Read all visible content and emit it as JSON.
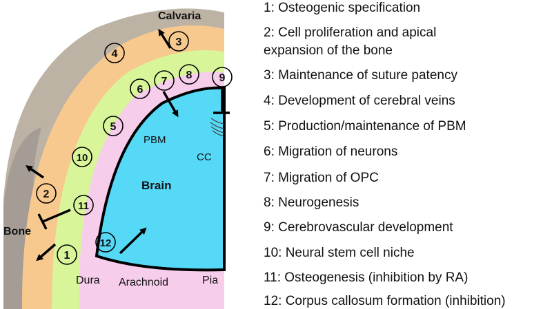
{
  "diagram": {
    "labels": {
      "calvaria": "Calvaria",
      "bone": "Bone",
      "brain": "Brain",
      "dura": "Dura",
      "arachnoid": "Arachnoid",
      "pia": "Pia",
      "pbm": "PBM",
      "cc": "CC"
    },
    "markers": [
      "1",
      "2",
      "3",
      "4",
      "5",
      "6",
      "7",
      "8",
      "9",
      "10",
      "11",
      "12"
    ],
    "colors": {
      "bone": "#bdb3a5",
      "bone_inner": "#a59d95",
      "dura": "#f7c98e",
      "arachnoid": "#d9f59a",
      "pia": "#f7cdec",
      "brain": "#55d9f7"
    }
  },
  "legend": {
    "items": [
      "1: Osteogenic specification",
      "2: Cell proliferation and apical",
      "expansion of the bone",
      "3: Maintenance of suture patency",
      "4: Development of cerebral veins",
      "5: Production/maintenance of PBM",
      "6: Migration of neurons",
      "7: Migration of OPC",
      "8: Neurogenesis",
      "9: Cerebrovascular development",
      "10: Neural stem cell niche",
      "11: Osteogenesis (inhibition by RA)",
      "12: Corpus callosum formation (inhibition)"
    ]
  }
}
